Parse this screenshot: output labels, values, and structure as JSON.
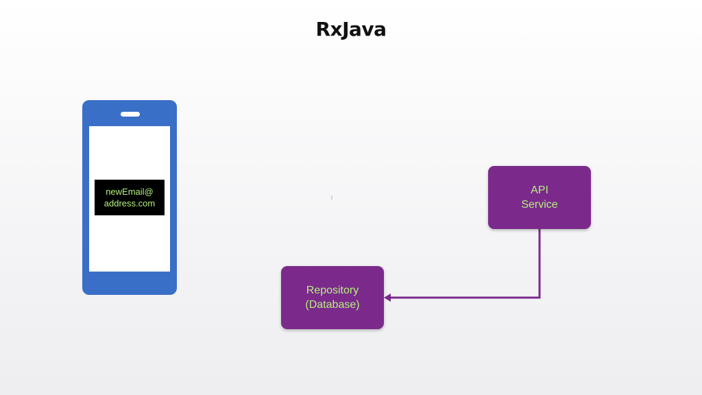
{
  "slide": {
    "title": "RxJava"
  },
  "phone": {
    "email_line1": "newEmail@",
    "email_line2": "address.com"
  },
  "nodes": {
    "api": {
      "line1": "API",
      "line2": "Service"
    },
    "repository": {
      "line1": "Repository",
      "line2": "(Database)"
    }
  },
  "colors": {
    "phone_body": "#3a6fc7",
    "node_fill": "#7b2a8c",
    "node_text": "#b5f07c",
    "email_card": "#000000"
  },
  "edges": [
    {
      "from": "api",
      "to": "repository"
    }
  ]
}
